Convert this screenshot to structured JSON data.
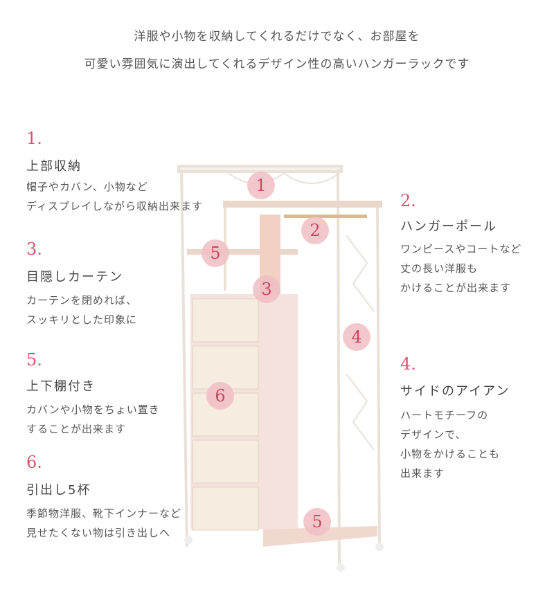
{
  "intro": [
    "洋服や小物を収納してくれるだけでなく、お部屋を",
    "可愛い雰囲気に演出してくれるデザイン性の高いハンガーラックです"
  ],
  "features": [
    {
      "num": "1.",
      "title": "上部収納",
      "lines": [
        "帽子やカバン、小物など",
        "ディスプレイしながら収納出来ます"
      ]
    },
    {
      "num": "2.",
      "title": "ハンガーポール",
      "lines": [
        "ワンピースやコートなど",
        "丈の長い洋服も",
        "かけることが出来ます"
      ]
    },
    {
      "num": "3.",
      "title": "目隠しカーテン",
      "lines": [
        "カーテンを閉めれば、",
        "スッキリとした印象に"
      ]
    },
    {
      "num": "4.",
      "title": "サイドのアイアン",
      "lines": [
        "ハートモチーフの",
        "デザインで、",
        "小物をかけることも",
        "出来ます"
      ]
    },
    {
      "num": "5.",
      "title": "上下棚付き",
      "lines": [
        "カバンや小物をちょい置き",
        "することが出来ます"
      ]
    },
    {
      "num": "6.",
      "title": "引出し5杯",
      "lines": [
        "季節物洋服、靴下インナーなど",
        "見せたくない物は引き出しへ"
      ]
    }
  ],
  "badges": [
    "1",
    "2",
    "5",
    "3",
    "4",
    "6",
    "5"
  ],
  "colors": {
    "accent": "#d9546b",
    "badge_bg": "#f0bec3",
    "frame": "#f4efe9",
    "drawer": "#f3d9d4"
  }
}
